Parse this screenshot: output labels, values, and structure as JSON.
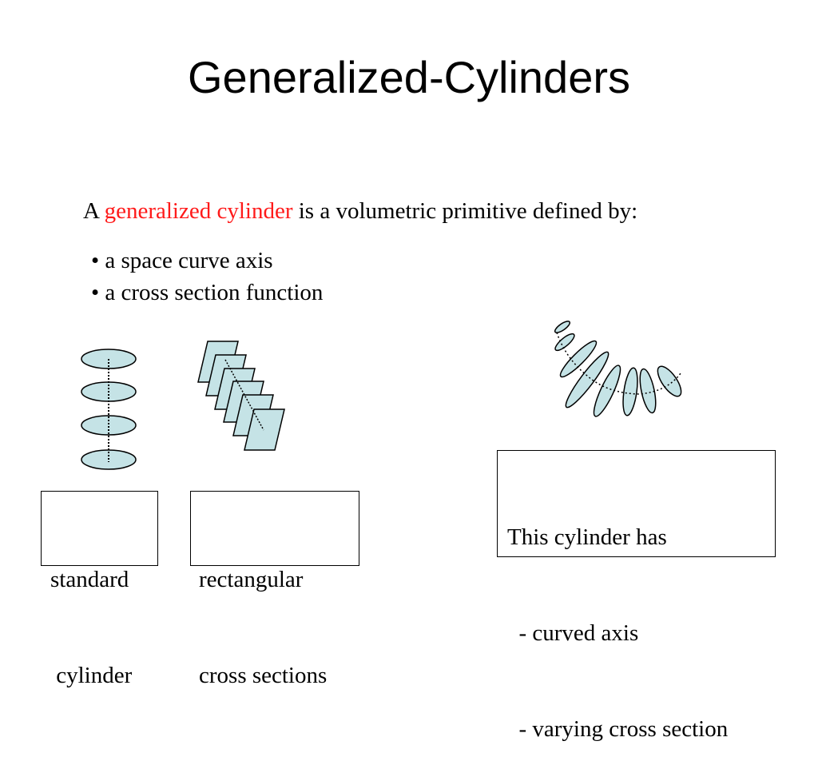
{
  "slide": {
    "title": "Generalized-Cylinders",
    "intro": {
      "prefix": "A ",
      "term": "generalized cylinder",
      "suffix": " is a volumetric primitive defined by:"
    },
    "bullets": [
      "• a space curve axis",
      "• a cross section function"
    ],
    "standard_box": {
      "lines": [
        "standard",
        " cylinder"
      ]
    },
    "rectangular_box": {
      "lines": [
        "rectangular",
        "cross sections"
      ]
    },
    "curved_box": {
      "lines": [
        "This cylinder has",
        "  - curved axis",
        "  - varying cross section"
      ]
    }
  },
  "colors": {
    "shape_fill": "#c5e3e6",
    "term": "#ff1a1a",
    "stroke": "#000000"
  }
}
